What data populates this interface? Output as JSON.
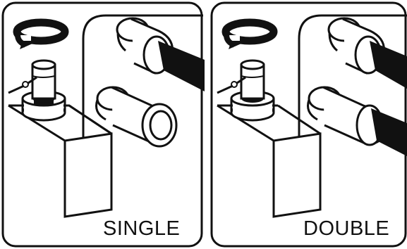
{
  "panels": [
    {
      "id": "single",
      "label": "SINGLE",
      "connected_cables": 1,
      "open_ports": 1
    },
    {
      "id": "double",
      "label": "DOUBLE",
      "connected_cables": 2,
      "open_ports": 0
    }
  ],
  "colors": {
    "line": "#111111",
    "background": "#ffffff",
    "cable": "#111111"
  },
  "icons": [
    "rotate-arrow-icon",
    "terminal-knob-icon",
    "cable-plug-icon",
    "empty-port-icon"
  ]
}
